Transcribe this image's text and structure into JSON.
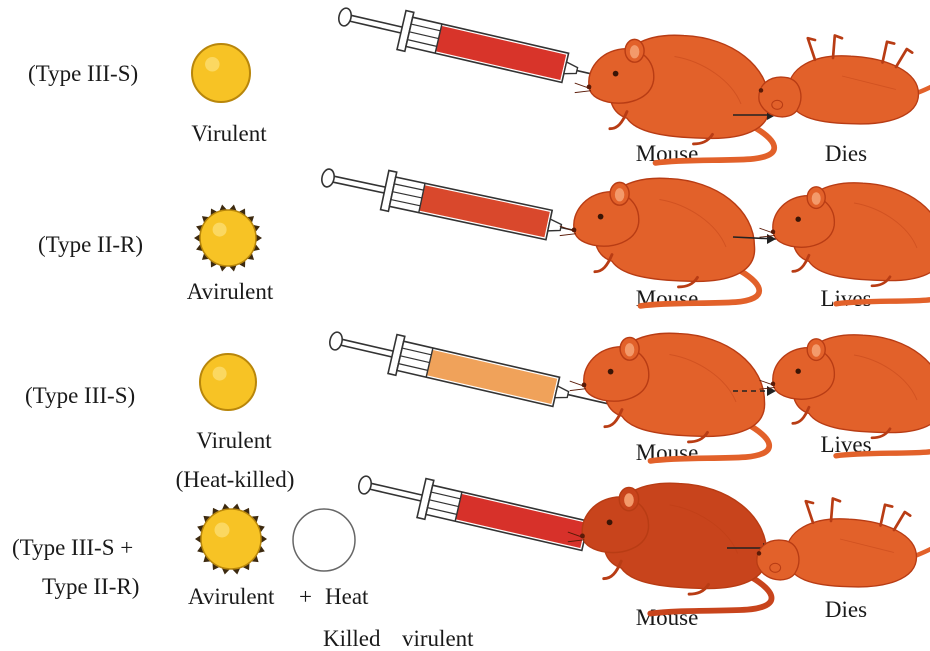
{
  "rows": [
    {
      "type_label": [
        "(Type III-S)"
      ],
      "bacteria_labels": [
        "Virulent"
      ],
      "syringe_fill": "#d8342a",
      "mouse_label": "Mouse",
      "result": "Dies",
      "bacteria_kinds": [
        "smooth"
      ],
      "mouse_after": "dead"
    },
    {
      "type_label": [
        "(Type II-R)"
      ],
      "bacteria_labels": [
        "Avirulent"
      ],
      "syringe_fill": "#d9482c",
      "mouse_label": "Mouse",
      "result": "Lives",
      "bacteria_kinds": [
        "rough"
      ],
      "mouse_after": "alive"
    },
    {
      "type_label": [
        "(Type III-S)"
      ],
      "bacteria_labels": [
        "Virulent",
        "(Heat-killed)"
      ],
      "syringe_fill": "#f0a25a",
      "mouse_label": "Mouse",
      "result": "Lives",
      "bacteria_kinds": [
        "smooth"
      ],
      "mouse_after": "alive"
    },
    {
      "type_label": [
        "(Type III-S +",
        "Type II-R)"
      ],
      "bacteria_labels": [
        "Avirulent",
        "+",
        "Heat",
        "Killed",
        "virulent"
      ],
      "syringe_fill": "#d7312a",
      "mouse_label": "Mouse",
      "result": "Dies",
      "bacteria_kinds": [
        "rough",
        "heat-killed"
      ],
      "mouse_after": "dead"
    }
  ],
  "colors": {
    "bacteria_yellow": "#f7c325",
    "bacteria_edge": "#b8860b",
    "mouse_body": "#e2612a",
    "mouse_dark": "#b83c14"
  }
}
